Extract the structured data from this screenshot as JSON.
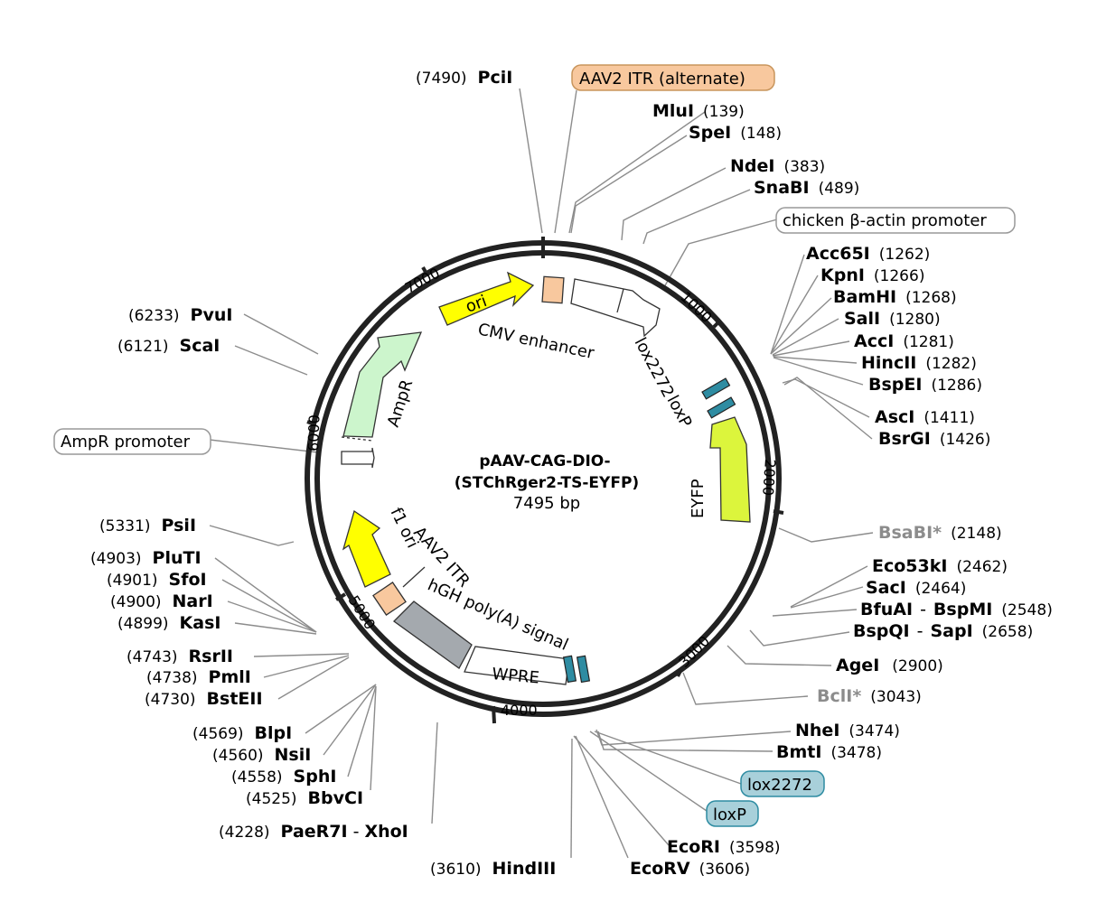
{
  "map": {
    "name_line1": "pAAV-CAG-DIO-",
    "name_line2": "(STChRger2-TS-EYFP)",
    "length": "7495 bp",
    "ticks": [
      "1000",
      "2000",
      "3000",
      "4000",
      "5000",
      "6000",
      "7000"
    ]
  },
  "features": {
    "ori": "ori",
    "ampr": "AmpR",
    "cmv": "CMV enhancer",
    "lox2272": "lox2272",
    "loxp": "loxP",
    "eyfp": "EYFP",
    "f1ori": "f1 ori",
    "aav2itr": "AAV2 ITR",
    "hgh": "hGH poly(A) signal",
    "wpre": "WPRE"
  },
  "callouts": {
    "aav2_itr_alt": "AAV2 ITR (alternate)",
    "chicken_actin": "chicken β-actin promoter",
    "ampr_promoter": "AmpR promoter",
    "lox2272": "lox2272",
    "loxp": "loxP"
  },
  "sites": {
    "pcii": {
      "name": "PciI",
      "pos": "(7490)"
    },
    "mlui": {
      "name": "MluI",
      "pos": "(139)"
    },
    "spei": {
      "name": "SpeI",
      "pos": "(148)"
    },
    "ndei": {
      "name": "NdeI",
      "pos": "(383)"
    },
    "snabi": {
      "name": "SnaBI",
      "pos": "(489)"
    },
    "acc65i": {
      "name": "Acc65I",
      "pos": "(1262)"
    },
    "kpni": {
      "name": "KpnI",
      "pos": "(1266)"
    },
    "bamhi": {
      "name": "BamHI",
      "pos": "(1268)"
    },
    "sali": {
      "name": "SalI",
      "pos": "(1280)"
    },
    "acci": {
      "name": "AccI",
      "pos": "(1281)"
    },
    "hincii": {
      "name": "HincII",
      "pos": "(1282)"
    },
    "bspei": {
      "name": "BspEI",
      "pos": "(1286)"
    },
    "asci": {
      "name": "AscI",
      "pos": "(1411)"
    },
    "bsrgi": {
      "name": "BsrGI",
      "pos": "(1426)"
    },
    "bsabi": {
      "name": "BsaBI*",
      "pos": "(2148)"
    },
    "eco53ki": {
      "name": "Eco53kI",
      "pos": "(2462)"
    },
    "saci": {
      "name": "SacI",
      "pos": "(2464)"
    },
    "bfuai": {
      "name": "BfuAI",
      "name2": "BspMI",
      "pos": "(2548)"
    },
    "bspqi": {
      "name": "BspQI",
      "name2": "SapI",
      "pos": "(2658)"
    },
    "agei": {
      "name": "AgeI",
      "pos": "(2900)"
    },
    "bcli": {
      "name": "BclI*",
      "pos": "(3043)"
    },
    "nhei": {
      "name": "NheI",
      "pos": "(3474)"
    },
    "bmti": {
      "name": "BmtI",
      "pos": "(3478)"
    },
    "ecori": {
      "name": "EcoRI",
      "pos": "(3598)"
    },
    "ecorv": {
      "name": "EcoRV",
      "pos": "(3606)"
    },
    "hindiii": {
      "name": "HindIII",
      "pos": "(3610)"
    },
    "paer7i": {
      "name": "PaeR7I",
      "name2": "XhoI",
      "pos": "(4228)"
    },
    "bbvci": {
      "name": "BbvCI",
      "pos": "(4525)"
    },
    "sphi": {
      "name": "SphI",
      "pos": "(4558)"
    },
    "nsii": {
      "name": "NsiI",
      "pos": "(4560)"
    },
    "blpi": {
      "name": "BlpI",
      "pos": "(4569)"
    },
    "bsteii": {
      "name": "BstEII",
      "pos": "(4730)"
    },
    "pmli": {
      "name": "PmlI",
      "pos": "(4738)"
    },
    "rsrii": {
      "name": "RsrII",
      "pos": "(4743)"
    },
    "kasi": {
      "name": "KasI",
      "pos": "(4899)"
    },
    "nari": {
      "name": "NarI",
      "pos": "(4900)"
    },
    "sfoi": {
      "name": "SfoI",
      "pos": "(4901)"
    },
    "pluti": {
      "name": "PluTI",
      "pos": "(4903)"
    },
    "psii": {
      "name": "PsiI",
      "pos": "(5331)"
    },
    "scai": {
      "name": "ScaI",
      "pos": "(6121)"
    },
    "pvui": {
      "name": "PvuI",
      "pos": "(6233)"
    },
    "dash": "-"
  },
  "colors": {
    "ori": "#ffff00",
    "ampr": "#ccf5cc",
    "itr": "#f8c89e",
    "eyfp": "#dcf53c",
    "hgh": "#a4a9ae",
    "lox": "#2e8ca2",
    "lox_callout": "#a8d0da",
    "backbone": "#222222",
    "leader": "#8c8c8c"
  }
}
